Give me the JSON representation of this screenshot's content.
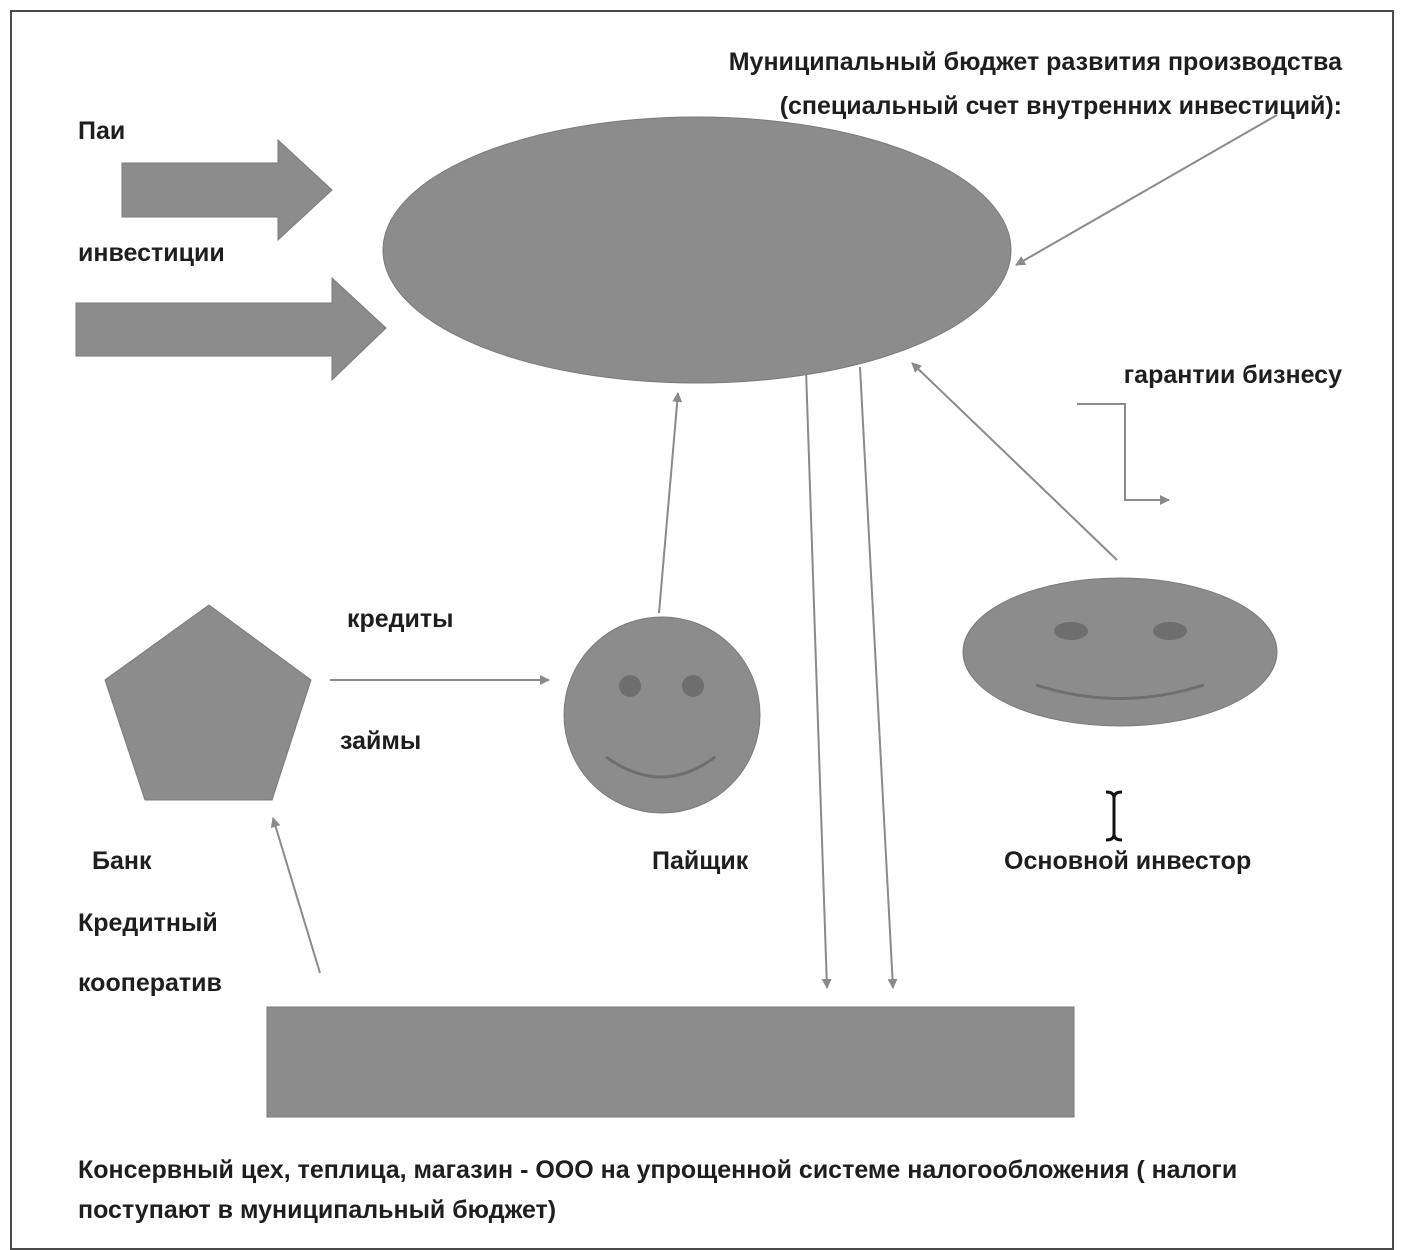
{
  "colors": {
    "shape_fill": "#8c8c8c",
    "shape_stroke": "#7a7a7a",
    "feature_fill": "#6e6e6e",
    "connector": "#8a8a8a",
    "text": "#1e1e1e"
  },
  "labels": {
    "title_line1": "Муниципальный бюджет развития производства",
    "title_line2": "(специальный счет внутренних инвестиций):",
    "pai": "Паи",
    "investments": "инвестиции",
    "guarantees": "гарантии бизнесу",
    "credits": "кредиты",
    "loans": "займы",
    "bank": "Банк",
    "credit_coop_line1": "Кредитный",
    "credit_coop_line2": "кооператив",
    "shareholder": "Пайщик",
    "main_investor": "Основной инвестор",
    "footer_line1": "Консервный цех, теплица, магазин  - ООО на упрощенной системе налогообложения ( налоги",
    "footer_line2": "поступают в муниципальный бюджет)"
  },
  "icons": {
    "budget_node": "ellipse",
    "shareholder_node": "smiley-face-icon",
    "investor_node": "smiley-face-icon",
    "bank_node": "pentagon",
    "enterprise_node": "rectangle",
    "cursor": "text-cursor-icon"
  }
}
